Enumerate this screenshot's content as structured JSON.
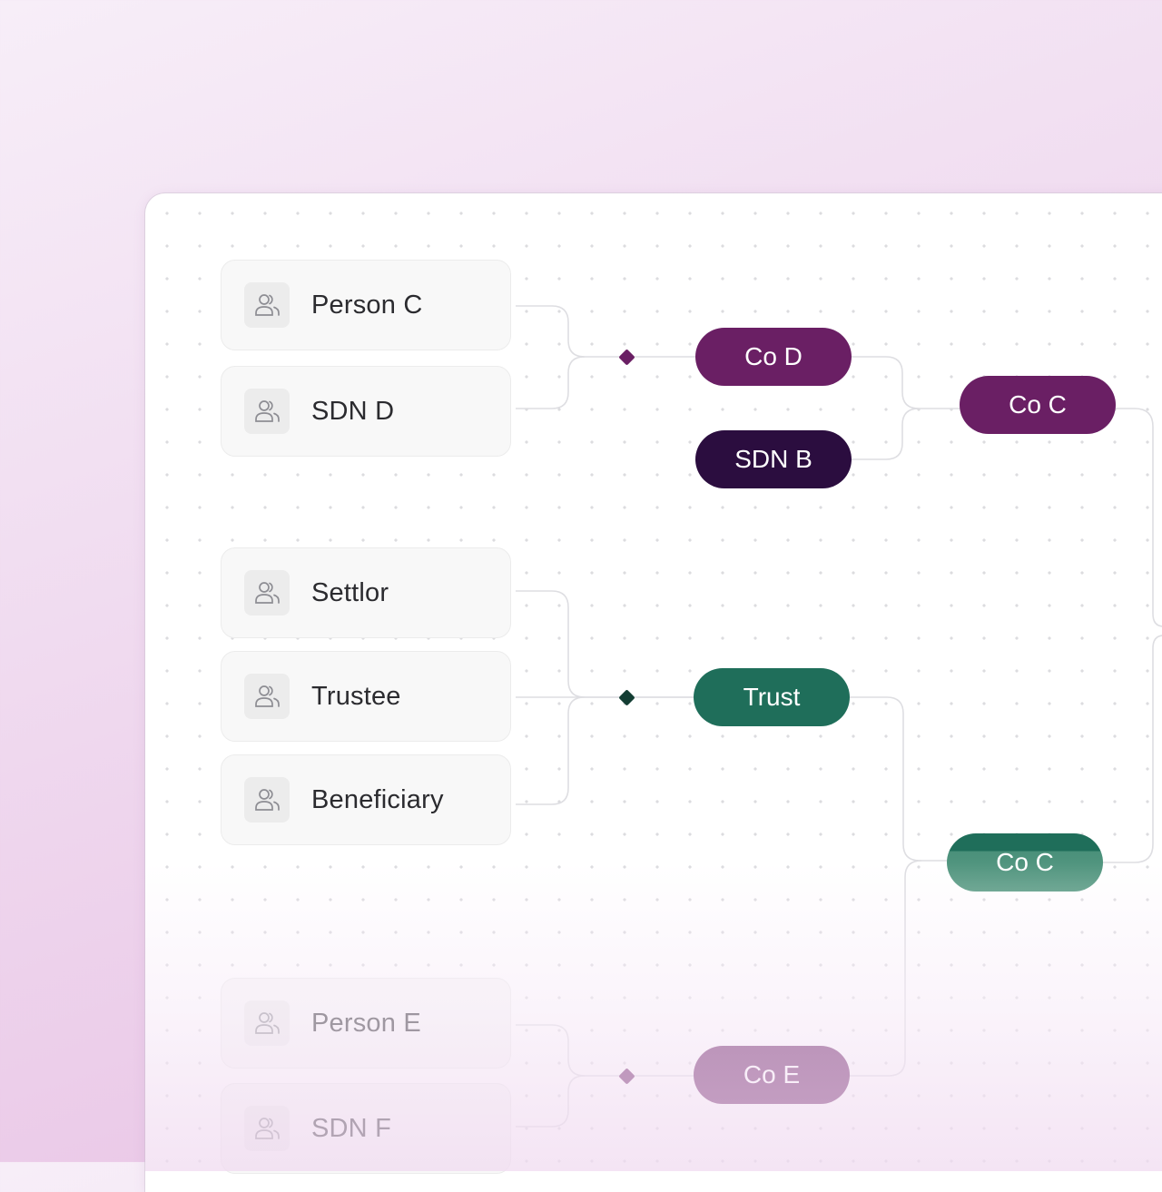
{
  "colors": {
    "purple": "#6a1f64",
    "dark_purple": "#2b0d3f",
    "teal": "#1f6e5a",
    "teal_light": "#5f9f88",
    "mauve": "#b97fb1"
  },
  "entities": [
    {
      "label": "Person C",
      "icon": "users-icon"
    },
    {
      "label": "SDN D",
      "icon": "users-icon"
    },
    {
      "label": "Settlor",
      "icon": "users-icon"
    },
    {
      "label": "Trustee",
      "icon": "users-icon"
    },
    {
      "label": "Beneficiary",
      "icon": "users-icon"
    },
    {
      "label": "Person E",
      "icon": "users-icon"
    },
    {
      "label": "SDN F",
      "icon": "users-icon"
    }
  ],
  "nodes": {
    "co_d": "Co D",
    "sdn_b": "SDN B",
    "co_c_top": "Co C",
    "trust": "Trust",
    "co_c_bottom": "Co C",
    "co_e": "Co E"
  }
}
